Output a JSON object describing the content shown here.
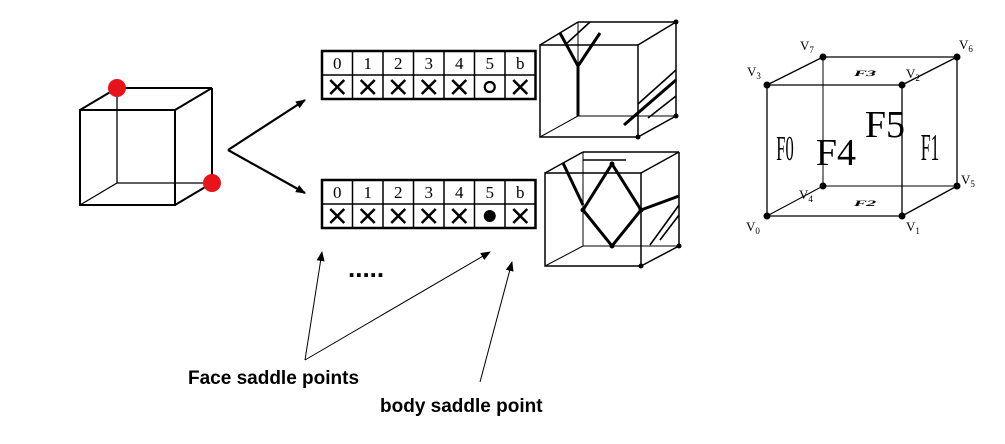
{
  "tables": [
    {
      "id": "top",
      "headers": [
        "0",
        "1",
        "2",
        "3",
        "4",
        "5",
        "b"
      ],
      "marks": [
        "cross",
        "cross",
        "cross",
        "cross",
        "cross",
        "circle",
        "cross"
      ]
    },
    {
      "id": "bottom",
      "headers": [
        "0",
        "1",
        "2",
        "3",
        "4",
        "5",
        "b"
      ],
      "marks": [
        "cross",
        "cross",
        "cross",
        "cross",
        "cross",
        "dot",
        "cross"
      ]
    }
  ],
  "ellipsis": ".....",
  "annotations": {
    "face_saddle": "Face saddle points",
    "body_saddle": "body saddle point"
  },
  "vertices": [
    {
      "name": "V",
      "sub": "0"
    },
    {
      "name": "V",
      "sub": "1"
    },
    {
      "name": "V",
      "sub": "2"
    },
    {
      "name": "V",
      "sub": "3"
    },
    {
      "name": "V",
      "sub": "4"
    },
    {
      "name": "V",
      "sub": "5"
    },
    {
      "name": "V",
      "sub": "6"
    },
    {
      "name": "V",
      "sub": "7"
    }
  ],
  "faces": {
    "f0": "F0",
    "f1": "F1",
    "f2": "F2",
    "f3": "F3",
    "f4": "F4",
    "f5": "F5"
  },
  "colors": {
    "highlight": "#e8141c",
    "ink": "#000000"
  }
}
